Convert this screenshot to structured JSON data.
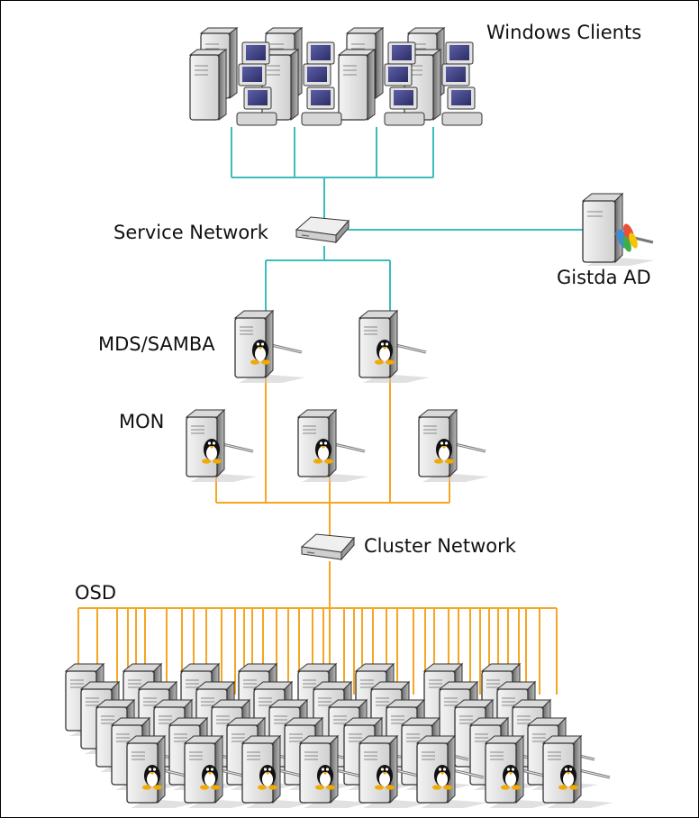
{
  "labels": {
    "windows_clients": "Windows Clients",
    "service_network": "Service Network",
    "gistda_ad": "Gistda AD",
    "mds_samba": "MDS/SAMBA",
    "mon": "MON",
    "cluster_network": "Cluster Network",
    "osd": "OSD"
  },
  "colors": {
    "service_link": "#3cbcbc",
    "cluster_link": "#f5a623",
    "frame": "#000000"
  },
  "icons": {
    "client": "workstation-icon",
    "switch": "network-switch-icon",
    "linux_server": "linux-server-icon",
    "windows_server": "windows-server-icon"
  }
}
